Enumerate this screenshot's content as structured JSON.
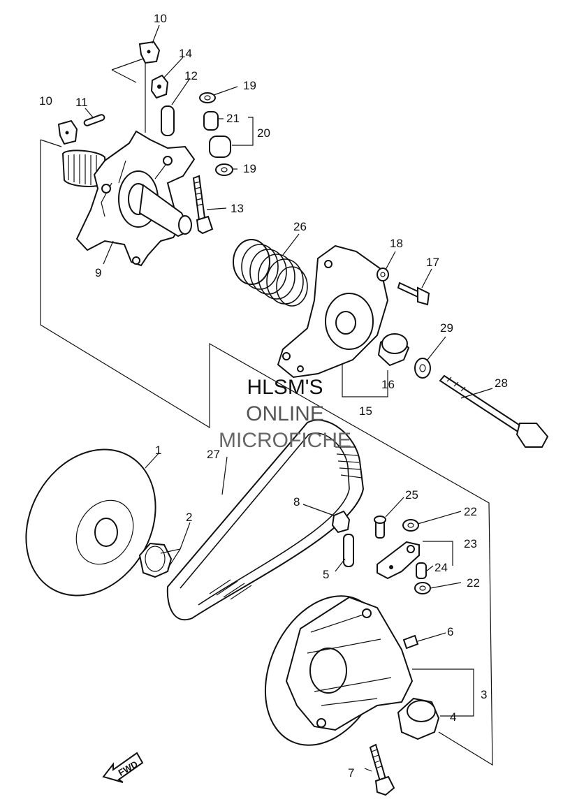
{
  "watermark": {
    "line1": "HLSM'S",
    "line2": "ONLINE",
    "line3": "MICROFICHE"
  },
  "direction_arrow": "FWD",
  "callouts": {
    "c10a": "10",
    "c10b": "10",
    "c14": "14",
    "c12": "12",
    "c19a": "19",
    "c11": "11",
    "c21": "21",
    "c20": "20",
    "c19b": "19",
    "c13": "13",
    "c26": "26",
    "c9": "9",
    "c18": "18",
    "c17": "17",
    "c29": "29",
    "c16": "16",
    "c15": "15",
    "c28": "28",
    "c1": "1",
    "c27": "27",
    "c2": "2",
    "c8": "8",
    "c25": "25",
    "c22a": "22",
    "c23": "23",
    "c5": "5",
    "c24": "24",
    "c22b": "22",
    "c6": "6",
    "c3": "3",
    "c4": "4",
    "c7": "7"
  }
}
